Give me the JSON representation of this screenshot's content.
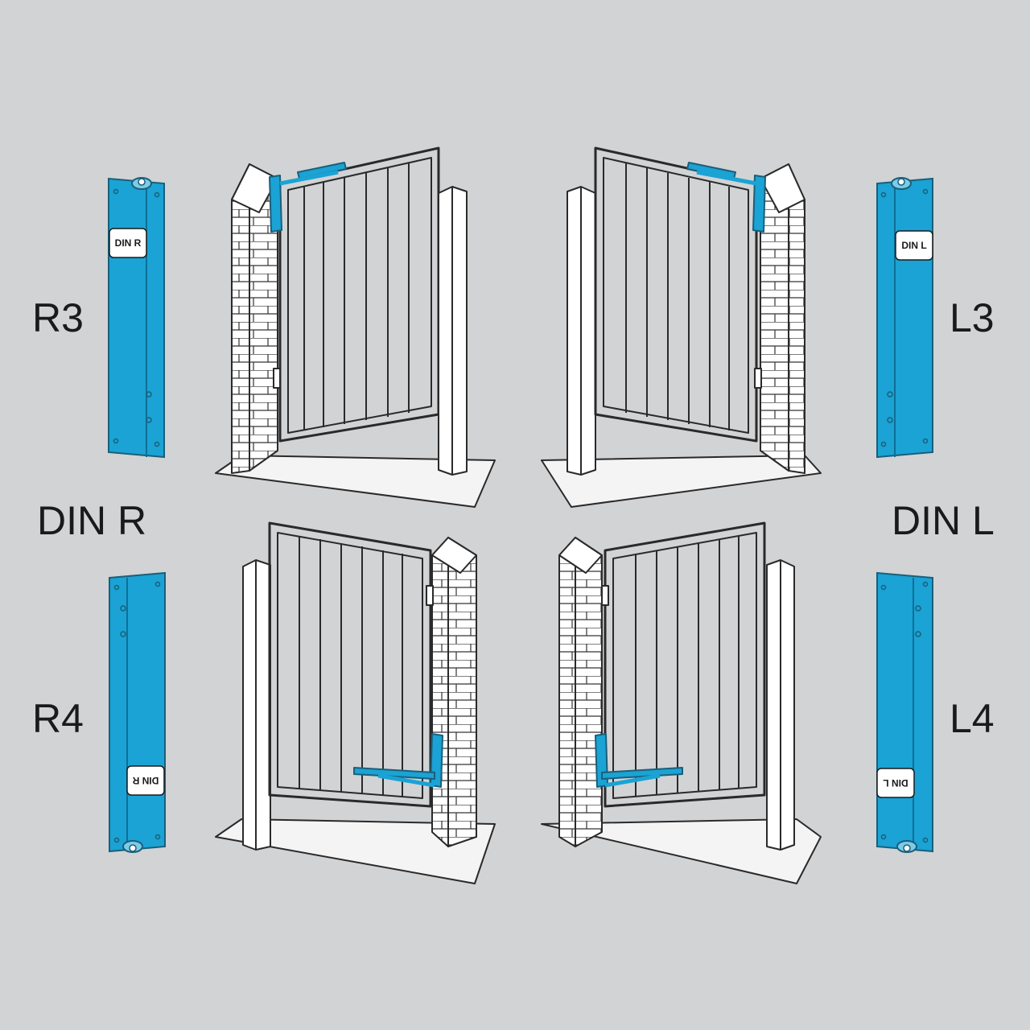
{
  "labels": {
    "r3": "R3",
    "l3": "L3",
    "r4": "R4",
    "l4": "L4",
    "din_r": "DIN R",
    "din_l": "DIN L"
  },
  "devices": {
    "r3_tag": "DIN R",
    "l3_tag": "DIN L",
    "r4_tag": "DIN R",
    "l4_tag": "DIN L"
  },
  "colors": {
    "background": "#d2d3d5",
    "closer_blue": "#1aa3d4",
    "outline": "#2a2a2a",
    "surface": "#ffffff",
    "ground": "#f4f4f4"
  }
}
